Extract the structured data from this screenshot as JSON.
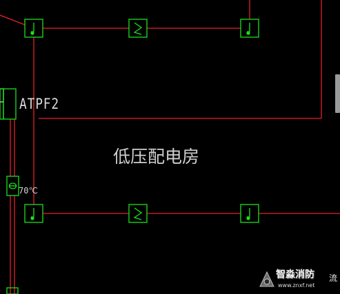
{
  "diagram": {
    "panel_label": "ATPF2",
    "room_label": "低压配电房",
    "temperature_label": "70℃"
  },
  "watermark": {
    "title": "智淼消防",
    "subtitle": "www.znxf.net",
    "tail": "流"
  },
  "colors": {
    "wire": "#e8202a",
    "device": "#19e319",
    "background": "#000000",
    "text": "#d8d8d8"
  },
  "icons": [
    "smoke-detector-icon",
    "sprinkler-icon",
    "temperature-detector-icon",
    "logo-icon"
  ]
}
